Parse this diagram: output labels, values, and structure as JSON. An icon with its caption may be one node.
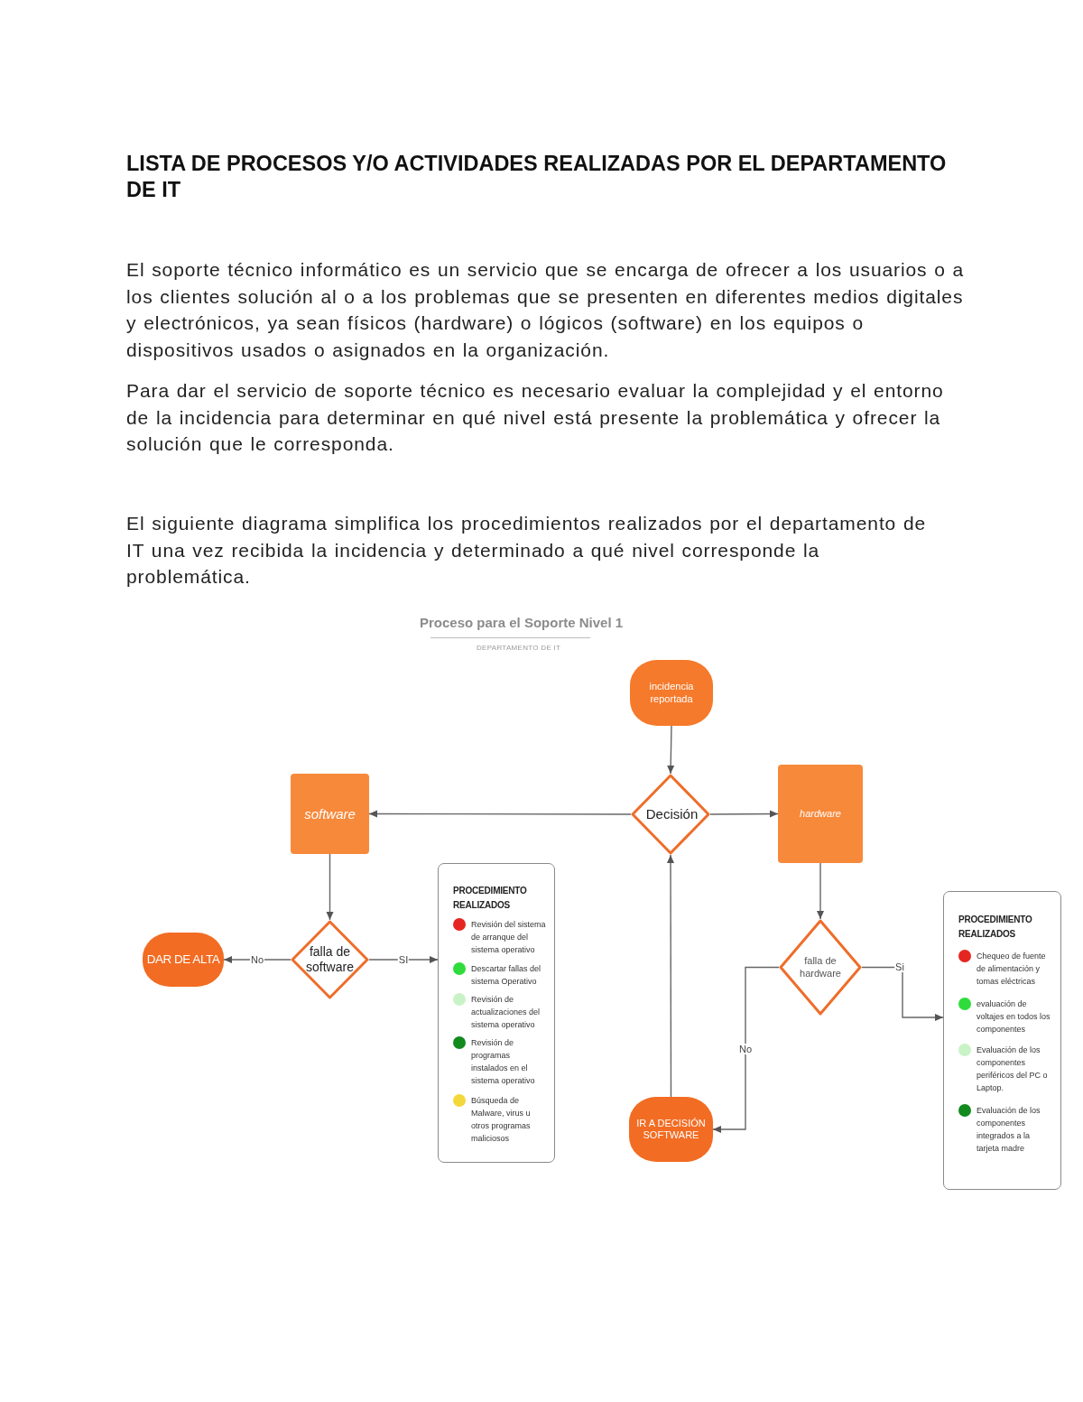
{
  "diagram": {
    "title": "LISTA DE PROCESOS Y/O ACTIVIDADES REALIZADAS POR EL DEPARTAMENTO DE IT",
    "nodes": [
      {
        "text": [
          "incidencia reportada"
        ]
      },
      {
        "text": [
          "software"
        ]
      },
      {
        "text": [
          "Decisión"
        ]
      },
      {
        "text": [
          "hardware"
        ]
      },
      {
        "text": [
          "DAR DE ALTA"
        ]
      },
      {
        "text": [
          "falla de software"
        ]
      },
      {
        "text": [
          "PROCEDIMIENTO REALIZADOS",
          "Revisión del sistema de arranque del sistema operativo",
          "Descartar fallas del sistema Operativo",
          "Revisión de actualizaciones del sistema operativo",
          "Revisión de programas instalados en el sistema operativo",
          "Búsqueda de Malware, virus u otros programas maliciosos"
        ]
      },
      {
        "text": [
          "falla de hardware"
        ]
      },
      {
        "text": [
          "PROCEDIMIENTO REALIZADOS",
          "Chequeo de fuente de alimentación y tomas eléctricas",
          "evaluación de voltajes en todos los componentes",
          "Evaluación de los componentes periféricos del PC o Laptop.",
          "Evaluación de los componentes integrados a la tarjeta madre"
        ]
      },
      {
        "text": [
          "IR A DECISIÓN SOFTWARE"
        ]
      }
    ],
    "edges": [
      {
        "from": 0,
        "to": 2,
        "arrow": "to"
      },
      {
        "from": 2,
        "to": 1,
        "arrow": "to"
      },
      {
        "from": 2,
        "to": 3,
        "arrow": "to"
      },
      {
        "from": 1,
        "to": 5,
        "arrow": "to"
      },
      {
        "from": 5,
        "to": 4,
        "arrow": "to",
        "label": "No"
      },
      {
        "from": 5,
        "to": 6,
        "arrow": "to",
        "label": "SI"
      },
      {
        "from": 3,
        "to": 7,
        "arrow": "to"
      },
      {
        "from": 7,
        "to": 9,
        "arrow": "to",
        "label": "No"
      },
      {
        "from": 7,
        "to": 8,
        "arrow": "to",
        "label": "Si"
      },
      {
        "from": 9,
        "to": 2,
        "arrow": "to"
      }
    ],
    "labels": [
      "El soporte técnico informático es un servicio que se encarga de ofrecer a los usuarios o a los clientes solución al o a los problemas que se presenten en diferentes medios digitales y electrónicos, ya sean físicos (hardware) o lógicos (software) en los equipos o dispositivos usados o asignados en la organización.",
      "Para dar el servicio de soporte técnico es necesario evaluar la complejidad y el entorno de la incidencia para determinar en qué nivel está presente la problemática y ofrecer la solución que le corresponda.",
      "El siguiente diagrama simplifica los procedimientos realizados por el departamento de IT una vez recibida la incidencia y determinado a qué nivel corresponde la problemática.",
      "Proceso para el Soporte Nivel 1",
      "DEPARTAMENTO DE IT"
    ]
  }
}
